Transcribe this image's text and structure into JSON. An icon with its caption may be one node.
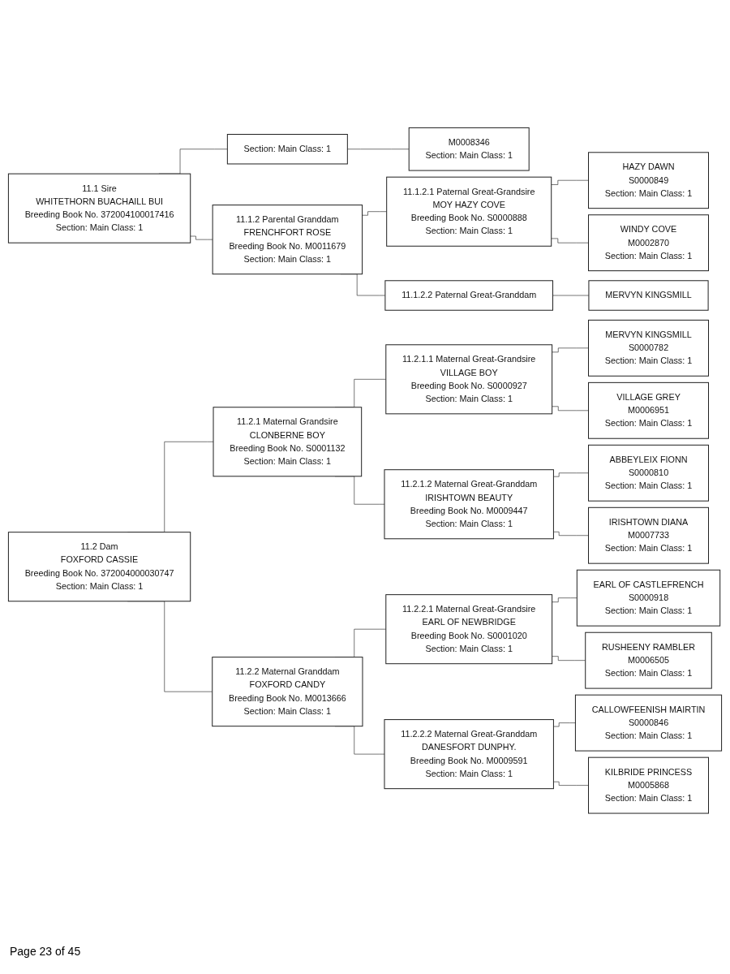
{
  "diagram": {
    "nodes": [
      {
        "text": [
          "11.1 Sire",
          "WHITETHORN BUACHAILL BUI",
          "Breeding Book No. 372004100017416",
          "Section: Main Class: 1"
        ]
      },
      {
        "text": [
          "Section: Main Class: 1"
        ]
      },
      {
        "text": [
          "M0008346",
          "Section: Main Class: 1"
        ]
      },
      {
        "text": [
          "11.1.2 Parental Granddam",
          "FRENCHFORT ROSE",
          "Breeding Book No. M0011679",
          "Section: Main Class: 1"
        ]
      },
      {
        "text": [
          "11.1.2.1 Paternal Great-Grandsire",
          "MOY HAZY COVE",
          "Breeding Book No. S0000888",
          "Section: Main Class: 1"
        ]
      },
      {
        "text": [
          "11.1.2.2 Paternal Great-Granddam"
        ]
      },
      {
        "text": [
          "HAZY DAWN",
          "S0000849",
          "Section: Main Class: 1"
        ]
      },
      {
        "text": [
          "WINDY COVE",
          "M0002870",
          "Section: Main Class: 1"
        ]
      },
      {
        "text": [
          "MERVYN KINGSMILL"
        ]
      },
      {
        "text": [
          "11.2 Dam",
          "FOXFORD CASSIE",
          "Breeding Book No. 372004000030747",
          "Section: Main Class: 1"
        ]
      },
      {
        "text": [
          "11.2.1 Maternal Grandsire",
          "CLONBERNE BOY",
          "Breeding Book No. S0001132",
          "Section: Main Class: 1"
        ]
      },
      {
        "text": [
          "11.2.2 Maternal Granddam",
          "FOXFORD CANDY",
          "Breeding Book No. M0013666",
          "Section: Main Class: 1"
        ]
      },
      {
        "text": [
          "11.2.1.1 Maternal Great-Grandsire",
          "VILLAGE BOY",
          "Breeding Book No. S0000927",
          "Section: Main Class: 1"
        ]
      },
      {
        "text": [
          "11.2.1.2 Maternal Great-Granddam",
          "IRISHTOWN BEAUTY",
          "Breeding Book No. M0009447",
          "Section: Main Class: 1"
        ]
      },
      {
        "text": [
          "11.2.2.1 Maternal Great-Grandsire",
          "EARL OF NEWBRIDGE",
          "Breeding Book No. S0001020",
          "Section: Main Class: 1"
        ]
      },
      {
        "text": [
          "11.2.2.2 Maternal Great-Granddam",
          "DANESFORT DUNPHY.",
          "Breeding Book No. M0009591",
          "Section: Main Class: 1"
        ]
      },
      {
        "text": [
          "MERVYN KINGSMILL",
          "S0000782",
          "Section: Main Class: 1"
        ]
      },
      {
        "text": [
          "VILLAGE GREY",
          "M0006951",
          "Section: Main Class: 1"
        ]
      },
      {
        "text": [
          "ABBEYLEIX FIONN",
          "S0000810",
          "Section: Main Class: 1"
        ]
      },
      {
        "text": [
          "IRISHTOWN DIANA",
          "M0007733",
          "Section: Main Class: 1"
        ]
      },
      {
        "text": [
          "EARL OF CASTLEFRENCH",
          "S0000918",
          "Section: Main Class: 1"
        ]
      },
      {
        "text": [
          "RUSHEENY RAMBLER",
          "M0006505",
          "Section: Main Class: 1"
        ]
      },
      {
        "text": [
          "CALLOWFEENISH MAIRTIN",
          "S0000846",
          "Section: Main Class: 1"
        ]
      },
      {
        "text": [
          "KILBRIDE PRINCESS",
          "M0005868",
          "Section: Main Class: 1"
        ]
      }
    ],
    "edges": [
      {
        "from": 0,
        "to": 1,
        "arrow": "none"
      },
      {
        "from": 0,
        "to": 3,
        "arrow": "none"
      },
      {
        "from": 1,
        "to": 2,
        "arrow": "none"
      },
      {
        "from": 3,
        "to": 4,
        "arrow": "none"
      },
      {
        "from": 3,
        "to": 5,
        "arrow": "none"
      },
      {
        "from": 4,
        "to": 6,
        "arrow": "none"
      },
      {
        "from": 4,
        "to": 7,
        "arrow": "none"
      },
      {
        "from": 5,
        "to": 8,
        "arrow": "none"
      },
      {
        "from": 9,
        "to": 10,
        "arrow": "none"
      },
      {
        "from": 9,
        "to": 11,
        "arrow": "none"
      },
      {
        "from": 10,
        "to": 12,
        "arrow": "none"
      },
      {
        "from": 10,
        "to": 13,
        "arrow": "none"
      },
      {
        "from": 11,
        "to": 14,
        "arrow": "none"
      },
      {
        "from": 11,
        "to": 15,
        "arrow": "none"
      },
      {
        "from": 12,
        "to": 16,
        "arrow": "none"
      },
      {
        "from": 12,
        "to": 17,
        "arrow": "none"
      },
      {
        "from": 13,
        "to": 18,
        "arrow": "none"
      },
      {
        "from": 13,
        "to": 19,
        "arrow": "none"
      },
      {
        "from": 14,
        "to": 20,
        "arrow": "none"
      },
      {
        "from": 14,
        "to": 21,
        "arrow": "none"
      },
      {
        "from": 15,
        "to": 22,
        "arrow": "none"
      },
      {
        "from": 15,
        "to": 23,
        "arrow": "none"
      }
    ],
    "labels": [
      "Page 23 of 45"
    ]
  }
}
